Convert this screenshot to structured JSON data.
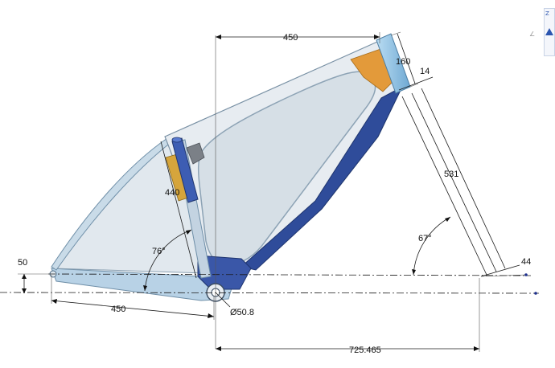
{
  "dimensions": {
    "top_tube_length": "450",
    "head_tube_length": "160",
    "head_offset": "14",
    "fork_length": "531",
    "head_angle": "67°",
    "fork_offset": "44",
    "seat_tube_length": "440",
    "seat_angle": "76°",
    "chainstay_length": "450",
    "dropout_height": "50",
    "bb_diameter": "Ø50.8",
    "front_center": "725.465"
  },
  "view_cube": {
    "axis_label": "Z",
    "dim_hint": "∠"
  }
}
